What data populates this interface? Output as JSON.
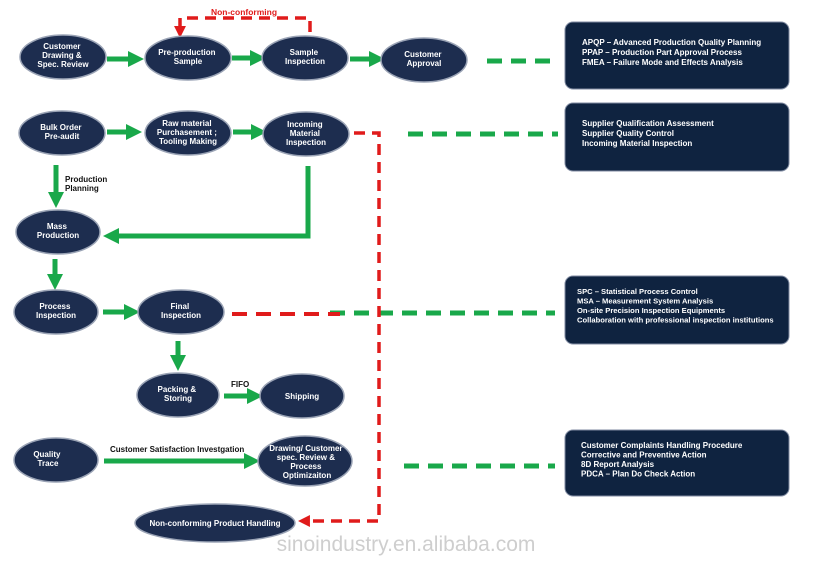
{
  "colors": {
    "node_fill": "#1d2d4f",
    "node_stroke": "#9aa3b5",
    "box_fill": "#0f2340",
    "green": "#19a84a",
    "red": "#e01b1b"
  },
  "nodes": {
    "customer_drawing": [
      "Customer",
      "Drawing &",
      "Spec. Review"
    ],
    "preproduction_sample": [
      "Pre-production",
      "Sample"
    ],
    "sample_inspection": [
      "Sample",
      "Inspection"
    ],
    "customer_approval": [
      "Customer",
      "Approval"
    ],
    "bulk_order": [
      "Bulk Order",
      "Pre-audit"
    ],
    "raw_material": [
      "Raw material",
      "Purchasement ;",
      "Tooling Making"
    ],
    "incoming_inspection": [
      "Incoming",
      "Material",
      "Inspection"
    ],
    "mass_production": [
      "Mass",
      "Production"
    ],
    "process_inspection": [
      "Process",
      "Inspection"
    ],
    "final_inspection": [
      "Final",
      "Inspection"
    ],
    "packing_storing": [
      "Packing &",
      "Storing"
    ],
    "shipping": [
      "Shipping"
    ],
    "quality_trace": [
      "Quality",
      "Trace"
    ],
    "drawing_customer_review": [
      "Drawing/ Customer",
      "spec.  Review &",
      "Process",
      "Optimizaiton"
    ],
    "nonconforming_handling": [
      "Non-conforming Product Handling"
    ]
  },
  "labels": {
    "non_conforming": "Non-conforming",
    "production_planning": [
      "Production",
      "Planning"
    ],
    "fifo": "FIFO",
    "customer_satisfaction": "Customer Satisfaction Investgation"
  },
  "boxes": {
    "planning": [
      "APQP – Advanced  Production Quality Planning",
      "PPAP – Production Part Approval Process",
      "FMEA – Failure Mode and Effects Analysis"
    ],
    "supplier": [
      "Supplier Qualification Assessment",
      "Supplier Quality Control",
      "Incoming Material Inspection"
    ],
    "statistical": [
      "SPC – Statistical Process Control",
      "MSA – Measurement System Analysis",
      "On-site Precision Inspection Equipments",
      "Collaboration with professional inspection institutions"
    ],
    "complaints": [
      "Customer Complaints Handling Procedure",
      "Corrective and Preventive Action",
      "8D Report Analysis",
      "PDCA – Plan Do Check Action"
    ]
  },
  "watermark": "sinoindustry.en.alibaba.com"
}
